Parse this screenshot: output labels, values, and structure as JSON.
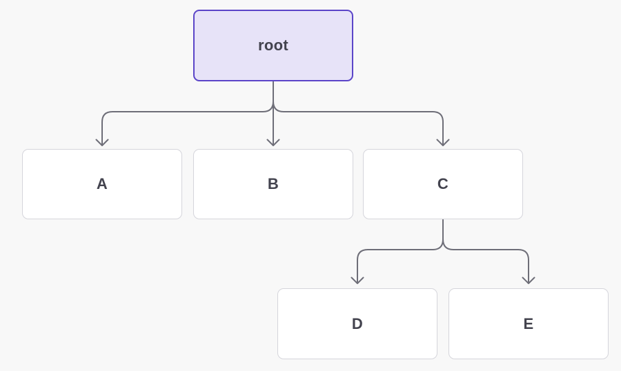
{
  "diagram": {
    "type": "tree",
    "background": "#f8f8f8",
    "colors": {
      "root_fill": "#e7e3f8",
      "root_border": "#5b45c8",
      "node_fill": "#ffffff",
      "node_border": "#d5d5db",
      "edge": "#6e6e78",
      "label": "#43434e"
    },
    "nodes": [
      {
        "id": "root",
        "label": "root",
        "variant": "root"
      },
      {
        "id": "A",
        "label": "A",
        "variant": "default"
      },
      {
        "id": "B",
        "label": "B",
        "variant": "default"
      },
      {
        "id": "C",
        "label": "C",
        "variant": "default"
      },
      {
        "id": "D",
        "label": "D",
        "variant": "default"
      },
      {
        "id": "E",
        "label": "E",
        "variant": "default"
      }
    ],
    "edges": [
      {
        "from": "root",
        "to": "A"
      },
      {
        "from": "root",
        "to": "B"
      },
      {
        "from": "root",
        "to": "C"
      },
      {
        "from": "C",
        "to": "D"
      },
      {
        "from": "C",
        "to": "E"
      }
    ]
  }
}
